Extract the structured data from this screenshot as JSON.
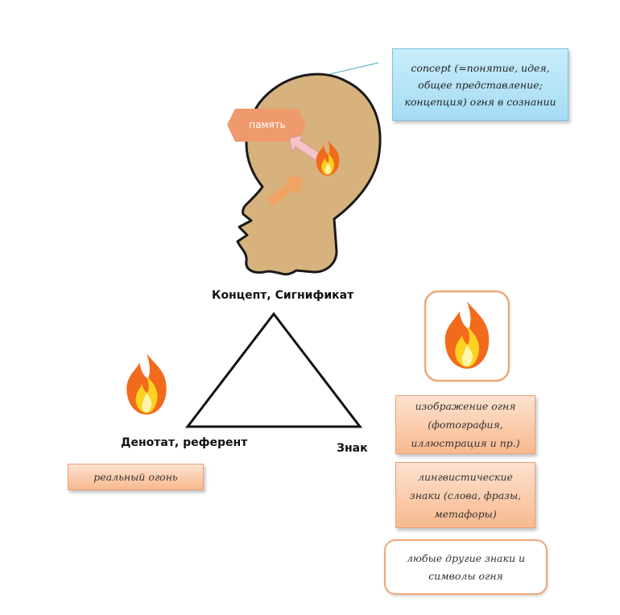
{
  "concept_note": "concept (=понятие, идея, общее представление; концепция) огня в сознании",
  "memory_tag": "память",
  "vertices": {
    "top": "Концепт, Сигнификат",
    "left": "Денотат, референт",
    "right": "Знак"
  },
  "real_fire": "реальный огонь",
  "sign_boxes": [
    "изображение огня (фотография, иллюстрация и пр.)",
    "лингвистические знаки (слова, фразы, метафоры)",
    "любые другие знаки и символы огня"
  ],
  "colors": {
    "head_fill": "#d7b27c",
    "memory_arrow": "#ef9a6c",
    "note_fill": "#b4e3f7",
    "box_fill": "#fbcfb0",
    "box_border": "#f0a77a"
  },
  "icons": [
    "head-silhouette-icon",
    "fire-icon",
    "double-arrow-icon",
    "arrow-icon"
  ]
}
